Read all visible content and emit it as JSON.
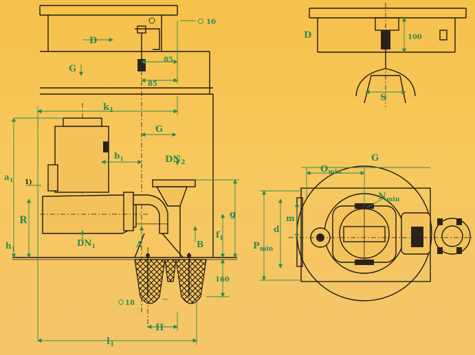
{
  "labels": {
    "D_left": "D",
    "G_top": "G",
    "dim_85_a": "85",
    "dim_85_b": "85",
    "dim_10": "10",
    "k1": "k",
    "k1_sub": "1",
    "G_mid": "G",
    "b1": "b",
    "b1_sub": "1",
    "DN2": "DN",
    "DN2_sub": "2",
    "a1": "a",
    "a1_sub": "1",
    "note1": "1)",
    "R": "R",
    "h1": "h",
    "h1_sub": "1",
    "DN1": "DN",
    "DN1_sub": "1",
    "A": "A",
    "B": "B",
    "f1": "f",
    "f1_sub": "1",
    "g": "g",
    "dim_160": "160",
    "dim_18": "18",
    "H": "H",
    "l1": "l",
    "l1_sub": "1",
    "D_right": "D",
    "dim_100": "100",
    "S": "S",
    "G_right": "G",
    "Omin": "O",
    "Omin_sub": "min",
    "Nmin": "N",
    "Nmin_sub": "min",
    "m": "m",
    "d": "d",
    "Pmin": "P",
    "Pmin_sub": "min"
  },
  "colors": {
    "background": "#f6c14a",
    "line": "#1e1a14",
    "dimension": "#2e8a4f"
  }
}
